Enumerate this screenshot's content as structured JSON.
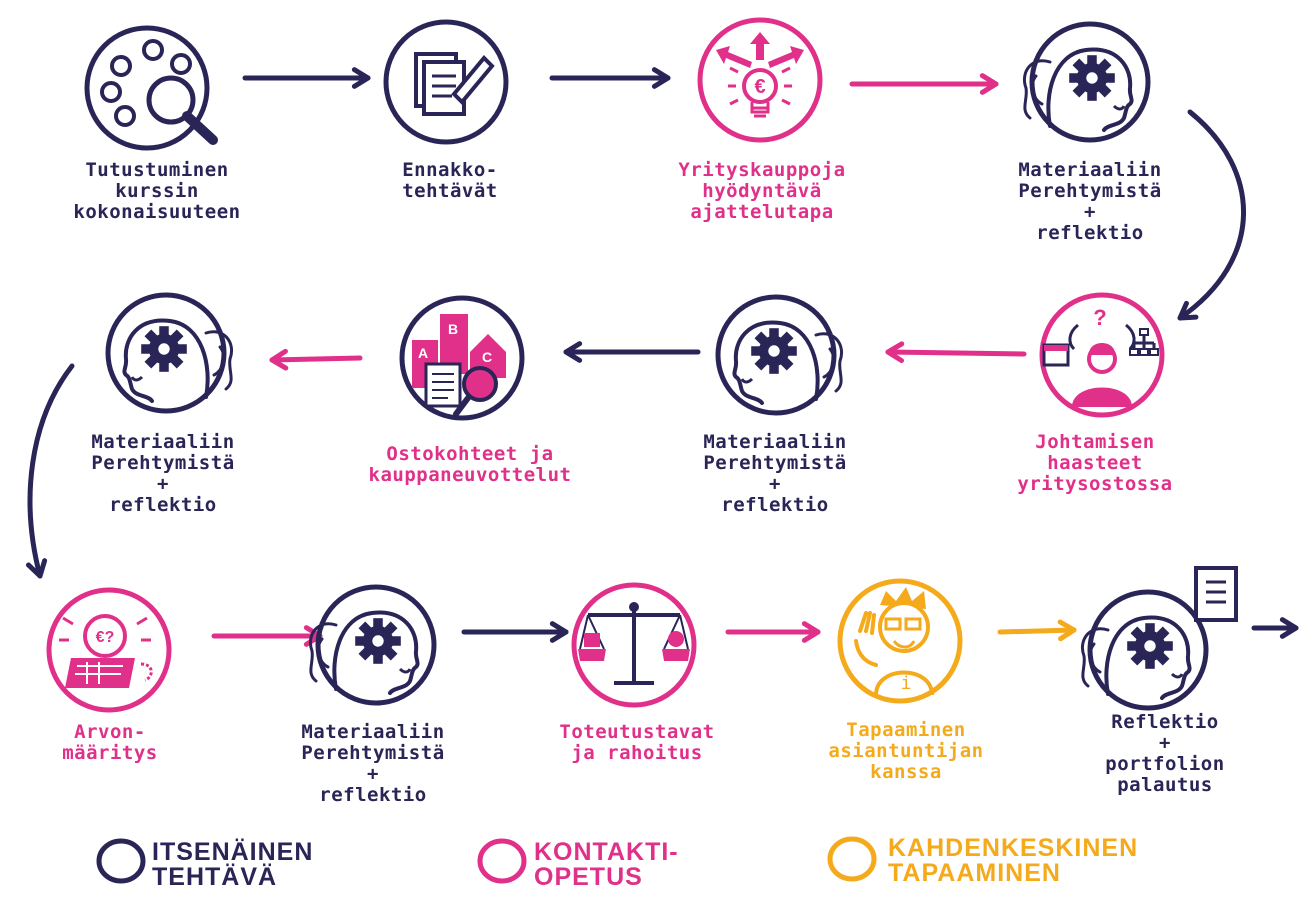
{
  "steps": [
    {
      "lines": [
        "Tutustuminen",
        "kurssin",
        "kokonaisuuteen"
      ],
      "icon": "magnifier-circles-icon",
      "color": "#2a2557"
    },
    {
      "lines": [
        "Ennakko-",
        "tehtävät"
      ],
      "icon": "documents-pencil-icon",
      "color": "#2a2557"
    },
    {
      "lines": [
        "Yrityskauppoja",
        "hyödyntävä",
        "ajattelutapa"
      ],
      "icon": "euro-lightbulb-arrows-icon",
      "color": "#e0308a"
    },
    {
      "lines": [
        "Materiaaliin",
        "Perehtymistä",
        "+",
        "reflektio"
      ],
      "icon": "head-gear-icon",
      "color": "#2a2557"
    },
    {
      "lines": [
        "Johtamisen",
        "haasteet",
        "yritysostossa"
      ],
      "icon": "manager-question-icon",
      "color": "#e0308a"
    },
    {
      "lines": [
        "Materiaaliin",
        "Perehtymistä",
        "+",
        "reflektio"
      ],
      "icon": "head-gear-icon",
      "color": "#2a2557"
    },
    {
      "lines": [
        "Ostokohteet ja",
        "kauppaneuvottelut"
      ],
      "icon": "abc-buildings-magnifier-icon",
      "color": "#e0308a"
    },
    {
      "lines": [
        "Materiaaliin",
        "Perehtymistä",
        "+",
        "reflektio"
      ],
      "icon": "head-gear-icon",
      "color": "#2a2557"
    },
    {
      "lines": [
        "Arvon-",
        "määritys"
      ],
      "icon": "crystal-ball-euro-icon",
      "color": "#e0308a"
    },
    {
      "lines": [
        "Materiaaliin",
        "Perehtymistä",
        "+",
        "reflektio"
      ],
      "icon": "head-gear-icon",
      "color": "#2a2557"
    },
    {
      "lines": [
        "Toteutustavat",
        "ja rahoitus"
      ],
      "icon": "balance-scale-icon",
      "color": "#e0308a"
    },
    {
      "lines": [
        "Tapaaminen",
        "asiantuntijan",
        "kanssa"
      ],
      "icon": "expert-waving-icon",
      "color": "#f5aa1c"
    },
    {
      "lines": [
        "Reflektio",
        "+",
        "portfolion",
        "palautus"
      ],
      "icon": "head-gear-document-icon",
      "color": "#2a2557"
    }
  ],
  "legend": [
    {
      "lines": [
        "ITSENÄINEN",
        "TEHTÄVÄ"
      ],
      "color": "#2a2557"
    },
    {
      "lines": [
        "KONTAKTI-",
        "OPETUS"
      ],
      "color": "#e0308a"
    },
    {
      "lines": [
        "KAHDENKESKINEN",
        "TAPAAMINEN"
      ],
      "color": "#f5aa1c"
    }
  ],
  "colors": {
    "navy": "#2a2557",
    "pink": "#e0308a",
    "gold": "#f5aa1c"
  }
}
